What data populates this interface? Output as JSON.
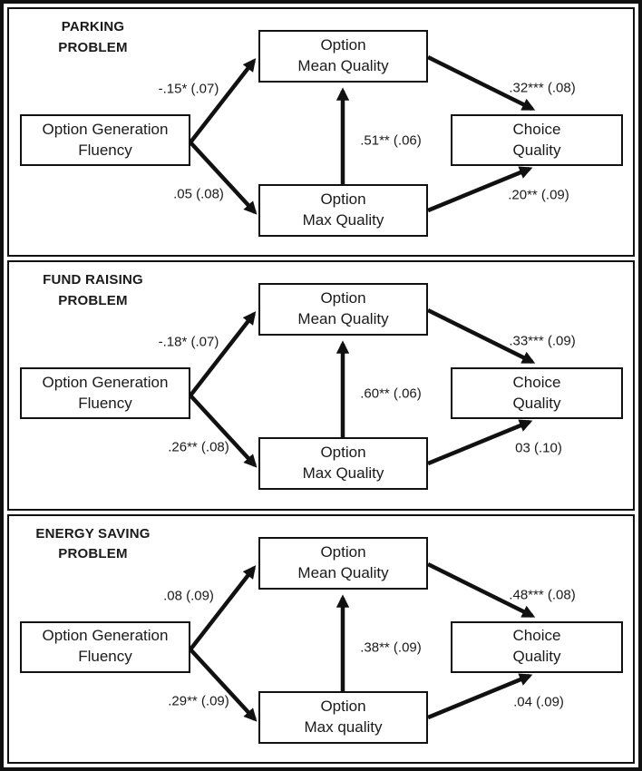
{
  "panels": [
    {
      "title": "PARKING\nPROBLEM",
      "boxes": {
        "fluency": "Option Generation\nFluency",
        "mean": "Option\nMean Quality",
        "max": "Option\nMax Quality",
        "choice": "Choice\nQuality"
      },
      "coefficients": {
        "fluency_to_mean": "-.15* (.07)",
        "fluency_to_max": ".05 (.08)",
        "max_to_mean": ".51** (.06)",
        "mean_to_choice": ".32*** (.08)",
        "max_to_choice": ".20** (.09)"
      }
    },
    {
      "title": "FUND RAISING\nPROBLEM",
      "boxes": {
        "fluency": "Option Generation\nFluency",
        "mean": "Option\nMean Quality",
        "max": "Option\nMax Quality",
        "choice": "Choice\nQuality"
      },
      "coefficients": {
        "fluency_to_mean": "-.18* (.07)",
        "fluency_to_max": ".26** (.08)",
        "max_to_mean": ".60** (.06)",
        "mean_to_choice": ".33*** (.09)",
        "max_to_choice": "03 (.10)"
      }
    },
    {
      "title": "ENERGY SAVING\nPROBLEM",
      "boxes": {
        "fluency": "Option Generation\nFluency",
        "mean": "Option\nMean Quality",
        "max": "Option\nMax quality",
        "choice": "Choice\nQuality"
      },
      "coefficients": {
        "fluency_to_mean": ".08 (.09)",
        "fluency_to_max": ".29** (.09)",
        "max_to_mean": ".38** (.09)",
        "mean_to_choice": ".48*** (.08)",
        "max_to_choice": ".04 (.09)"
      }
    }
  ],
  "colors": {
    "line": "#111111",
    "background": "#ffffff",
    "text": "#1a1a1a"
  }
}
